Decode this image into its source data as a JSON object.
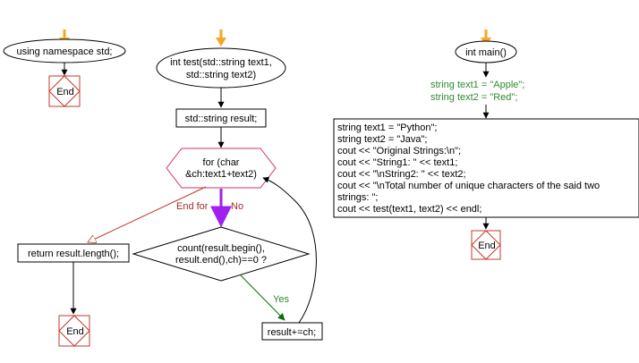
{
  "flow_left": {
    "start_label": "using namespace std;",
    "end_label": "End"
  },
  "flow_test": {
    "start_label_line1": "int test(std::string text1,",
    "start_label_line2": "std::string text2)",
    "decl_label": "std::string result;",
    "loop_label_line1": "for (char",
    "loop_label_line2": "&ch:text1+text2)",
    "end_for_label": "End for",
    "no_label": "No",
    "cond_label_line1": "count(result.begin(),",
    "cond_label_line2": "result.end(),ch)==0 ?",
    "yes_label": "Yes",
    "append_label": "result+=ch;",
    "return_label": "return result.length();",
    "end_label": "End"
  },
  "flow_main": {
    "start_label": "int main()",
    "green_line1": "string text1 = \"Apple\";",
    "green_line2": "string text2 = \"Red\";",
    "code_lines": [
      "string text1 = \"Python\";",
      "string text2 = \"Java\";",
      "cout << \"Original Strings:\\n\";",
      "cout << \"String1: \" << text1;",
      "cout << \"\\nString2: \" << text2;",
      "cout << \"\\nTotal number of unique characters of the said two",
      "strings: \";",
      "cout << test(text1, text2) << endl;"
    ],
    "end_label": "End"
  },
  "colors": {
    "arrow_orange": "#f5a623",
    "arrow_purple": "#a020f0",
    "arrow_green": "#0a6e0a",
    "arrow_red": "#c0392b",
    "hexagon_stroke": "#cc3366",
    "end_stroke": "#c0392b",
    "text_green": "#2e8b2e",
    "text_red": "#a52a2a"
  }
}
